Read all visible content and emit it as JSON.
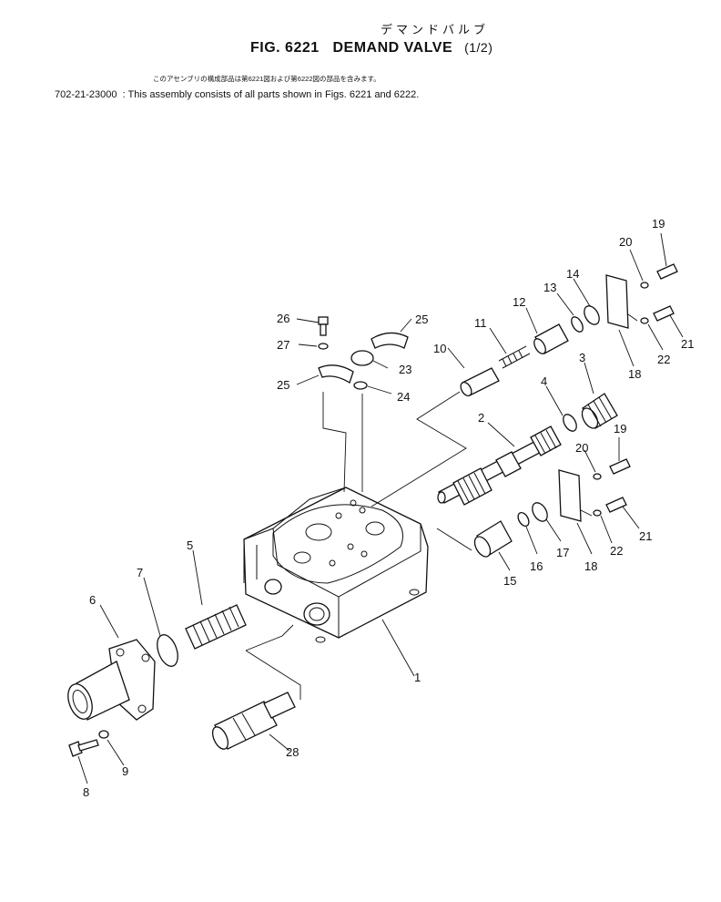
{
  "header": {
    "jp_title": "デマンドバルブ",
    "fig_label": "FIG. 6221",
    "title": "DEMAND VALVE",
    "page": "(1/2)"
  },
  "note": {
    "jp_text": "このアセンブリの構成部品は第6221図および第6222図の部品を含みます。",
    "assembly_number": "702-21-23000",
    "text": ": This assembly consists of all parts shown in Figs. 6221 and 6222."
  },
  "callouts": [
    "1",
    "2",
    "3",
    "4",
    "5",
    "6",
    "7",
    "8",
    "9",
    "10",
    "11",
    "12",
    "13",
    "14",
    "15",
    "16",
    "17",
    "18",
    "18",
    "19",
    "19",
    "20",
    "20",
    "21",
    "21",
    "22",
    "22",
    "23",
    "24",
    "25",
    "25",
    "26",
    "27",
    "28"
  ]
}
